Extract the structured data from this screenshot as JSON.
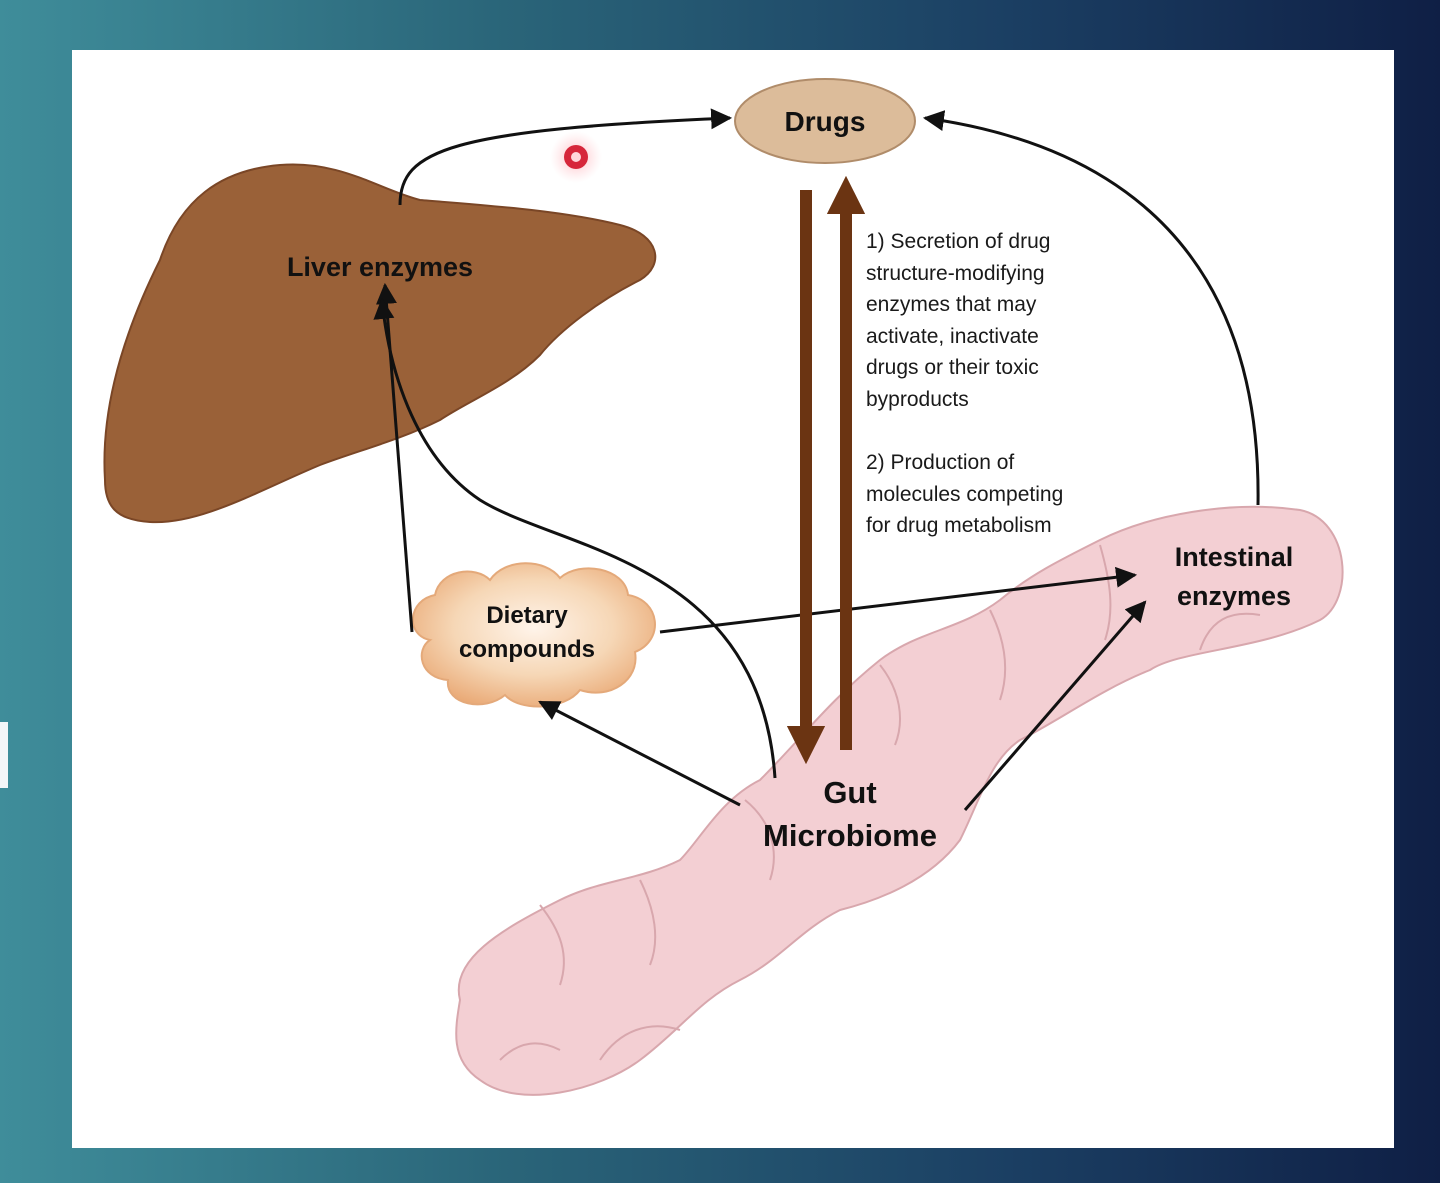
{
  "diagram": {
    "nodes": {
      "drugs": "Drugs",
      "liver_enzymes": "Liver enzymes",
      "dietary_compounds": [
        "Dietary",
        "compounds"
      ],
      "intestinal_enzymes": [
        "Intestinal",
        "enzymes"
      ],
      "gut_microbiome": [
        "Gut",
        "Microbiome"
      ]
    },
    "annotation": {
      "point1": [
        "1) Secretion of drug",
        "structure-modifying",
        "enzymes that may",
        "activate, inactivate",
        "drugs or their toxic",
        "byproducts"
      ],
      "point2": [
        "2) Production of",
        "molecules competing",
        "for drug metabolism"
      ]
    },
    "colors": {
      "liver": "#9a6138",
      "intestine": "#f3cfd3",
      "drugs_ellipse": "#dcbc9a",
      "cloud": "#f2c8a0",
      "thick_arrow": "#6b3412",
      "cursor": "#d6263a"
    }
  }
}
